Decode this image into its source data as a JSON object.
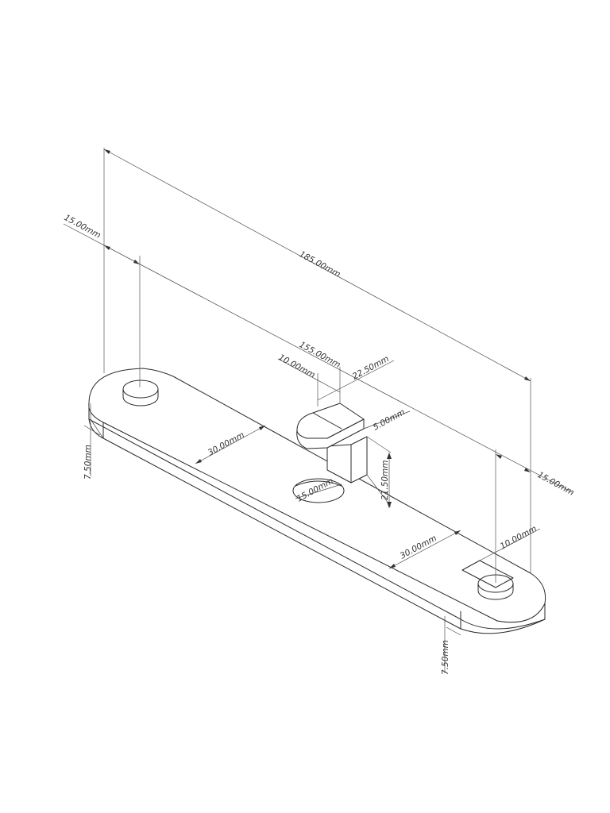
{
  "dimensions": {
    "overall_length": "185.00mm",
    "hole_pitch": "155.00mm",
    "left_end_offset": "15.00mm",
    "right_end_offset": "15.00mm",
    "left_plate_thickness": "7.50mm",
    "right_plate_thickness": "7.50mm",
    "left_section": "30.00mm",
    "right_section": "30.00mm",
    "tab_width": "10.00mm",
    "tab_length": "22.50mm",
    "tab_thickness": "5.00mm",
    "post_height": "21.50mm",
    "center_hole": "15.00mm",
    "right_hole_dia": "10.00mm"
  },
  "colors": {
    "line": "#2a2a2a",
    "background": "#ffffff"
  }
}
